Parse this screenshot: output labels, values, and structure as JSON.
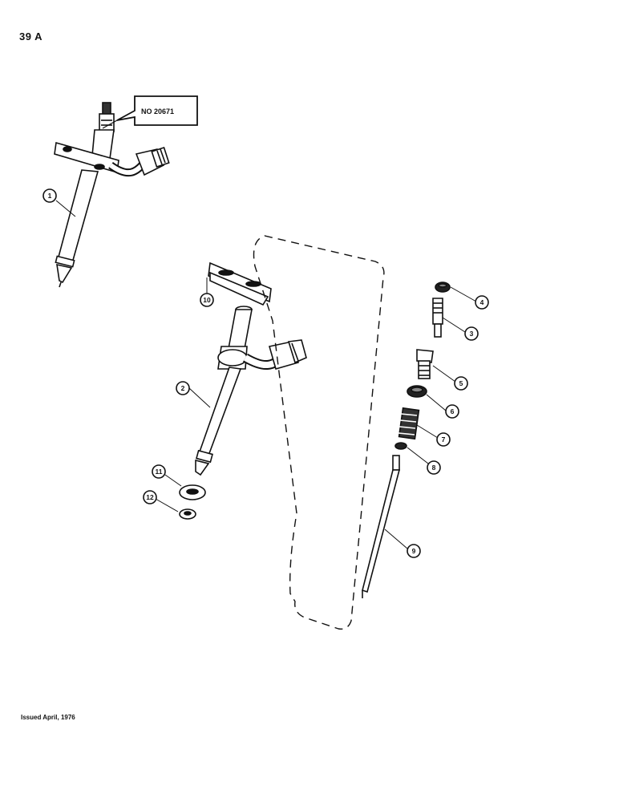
{
  "page": {
    "number": "39 A",
    "issued": "Issued April, 1976"
  },
  "callout": {
    "text": "NO 20671"
  },
  "reference_numbers": [
    "1",
    "2",
    "3",
    "4",
    "5",
    "6",
    "7",
    "8",
    "9",
    "10",
    "11",
    "12"
  ],
  "colors": {
    "ink": "#111111",
    "paper": "#ffffff"
  }
}
